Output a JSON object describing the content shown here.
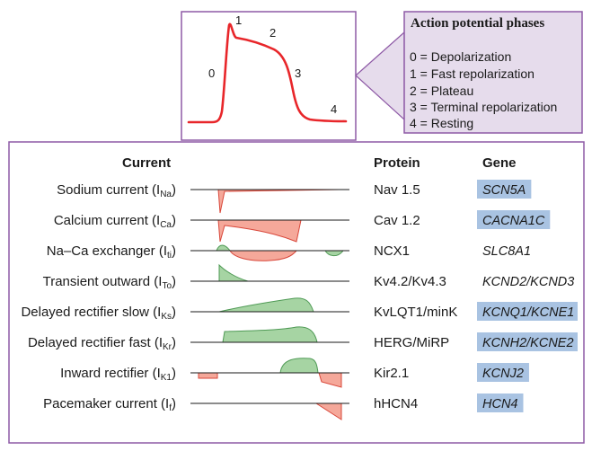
{
  "colors": {
    "frame": "#8e5aa6",
    "panel_fill": "#e6dcec",
    "ap_curve": "#e8262a",
    "inward_fill": "#f5a89a",
    "inward_stroke": "#d9473a",
    "outward_fill": "#a6d4a3",
    "outward_stroke": "#4f9a55",
    "gene_highlight": "#a9c3e2"
  },
  "ap_labels": [
    "1",
    "2",
    "0",
    "3",
    "4"
  ],
  "legend": {
    "title": "Action potential phases",
    "items": [
      "0 = Depolarization",
      "1 = Fast repolarization",
      "2 = Plateau",
      "3 = Terminal repolarization",
      "4 = Resting"
    ]
  },
  "table": {
    "headers": {
      "current": "Current",
      "protein": "Protein",
      "gene": "Gene"
    },
    "rows": [
      {
        "label": "Sodium current (I",
        "sub": "Na",
        "close": ")",
        "protein": "Nav 1.5",
        "gene": "SCN5A",
        "highlight": true,
        "icon": "inward-spike"
      },
      {
        "label": "Calcium current (I",
        "sub": "Ca",
        "close": ")",
        "protein": "Cav 1.2",
        "gene": "CACNA1C",
        "highlight": true,
        "icon": "inward-plateau"
      },
      {
        "label": "Na–Ca exchanger (I",
        "sub": "ti",
        "close": ")",
        "protein": "NCX1",
        "gene": "SLC8A1",
        "highlight": false,
        "icon": "mixed-exchanger"
      },
      {
        "label": "Transient outward (I",
        "sub": "To",
        "close": ")",
        "protein": "Kv4.2/Kv4.3",
        "gene": "KCND2/KCND3",
        "highlight": false,
        "icon": "outward-transient"
      },
      {
        "label": "Delayed rectifier slow (I",
        "sub": "Ks",
        "close": ")",
        "protein": "KvLQT1/minK",
        "gene": "KCNQ1/KCNE1",
        "highlight": true,
        "icon": "outward-slow"
      },
      {
        "label": "Delayed rectifier fast (I",
        "sub": "Kr",
        "close": ")",
        "protein": "HERG/MiRP",
        "gene": "KCNH2/KCNE2",
        "highlight": true,
        "icon": "outward-fast"
      },
      {
        "label": "Inward rectifier (I",
        "sub": "K1",
        "close": ")",
        "protein": "Kir2.1",
        "gene": "KCNJ2",
        "highlight": true,
        "icon": "inward-rectifier"
      },
      {
        "label": "Pacemaker current (I",
        "sub": "f",
        "close": ")",
        "protein": "hHCN4",
        "gene": "HCN4",
        "highlight": true,
        "icon": "pacemaker"
      }
    ]
  }
}
